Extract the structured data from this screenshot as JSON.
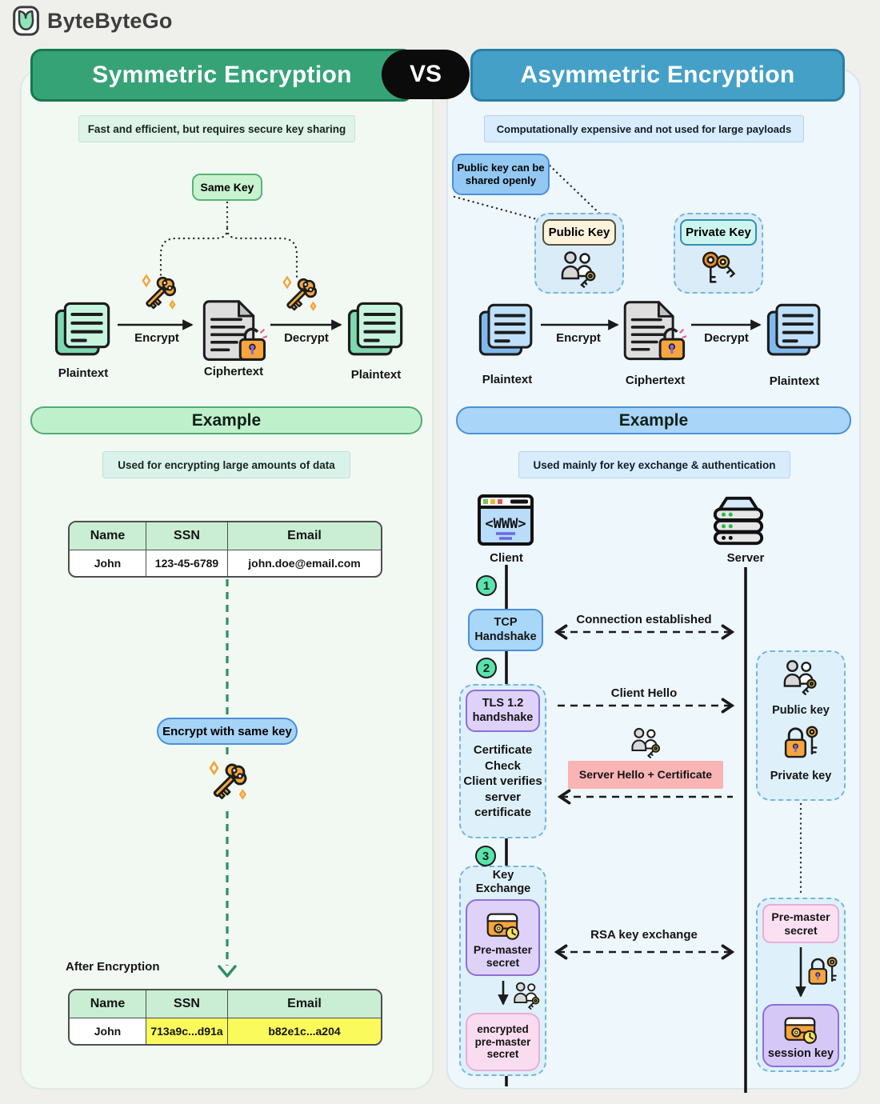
{
  "brand": {
    "name": "ByteByteGo"
  },
  "vs_label": "VS",
  "colors": {
    "green-header": "#36a377",
    "blue-header": "#45a0c8",
    "vs-bg": "#0b0b0b",
    "left-panel-bg": "#f2f9f3",
    "right-panel-bg": "#eef7fc",
    "cell-yellow": "#fbfa5d",
    "salmon-box": "#f9b4b4",
    "purple-box": "#ded2f9",
    "pink-box": "#fadcf0",
    "step-circle": "#5be3ad",
    "orange-key": "#f6a83f",
    "green-dash": "#2e8e66"
  },
  "icons": {
    "client_glyph": "<WWW>"
  },
  "left": {
    "title": "Symmetric Encryption",
    "note": "Fast and efficient, but requires secure key sharing",
    "same_key_label": "Same Key",
    "flow": {
      "plaintext_left": "Plaintext",
      "encrypt": "Encrypt",
      "ciphertext": "Ciphertext",
      "decrypt": "Decrypt",
      "plaintext_right": "Plaintext"
    },
    "example": {
      "title": "Example",
      "note": "Used for encrypting large amounts of data",
      "before_table": {
        "headers": [
          "Name",
          "SSN",
          "Email"
        ],
        "rows": [
          [
            "John",
            "123-45-6789",
            "john.doe@email.com"
          ]
        ]
      },
      "encrypt_pill": "Encrypt with same key",
      "after_label": "After Encryption",
      "after_table": {
        "headers": [
          "Name",
          "SSN",
          "Email"
        ],
        "rows": [
          [
            "John",
            "713a9c...d91a",
            "b82e1c...a204"
          ]
        ]
      }
    }
  },
  "right": {
    "title": "Asymmetric Encryption",
    "note": "Computationally expensive and not used for large payloads",
    "callout": "Public key can be shared openly",
    "public_key_label": "Public Key",
    "private_key_label": "Private Key",
    "flow": {
      "plaintext_left": "Plaintext",
      "encrypt": "Encrypt",
      "ciphertext": "Ciphertext",
      "decrypt": "Decrypt",
      "plaintext_right": "Plaintext"
    },
    "example": {
      "title": "Example",
      "note": "Used mainly for key exchange & authentication",
      "client_label": "Client",
      "server_label": "Server",
      "step1": "1",
      "step2": "2",
      "step3": "3",
      "tcp_box": "TCP Handshake",
      "msg_connection": "Connection established",
      "tls_box": "TLS 1.2 handshake",
      "cert_check_title": "Certificate Check",
      "cert_check_sub": "Client verifies server certificate",
      "msg_client_hello": "Client Hello",
      "msg_server_hello": "Server Hello + Certificate",
      "key_exchange_label": "Key Exchange",
      "pre_master_box": "Pre-master secret",
      "msg_rsa": "RSA key exchange",
      "encrypted_pre_master_box": "encrypted pre-master secret",
      "server_public_key": "Public key",
      "server_private_key": "Private key",
      "server_pre_master": "Pre-master secret",
      "session_key_box": "session key"
    }
  }
}
